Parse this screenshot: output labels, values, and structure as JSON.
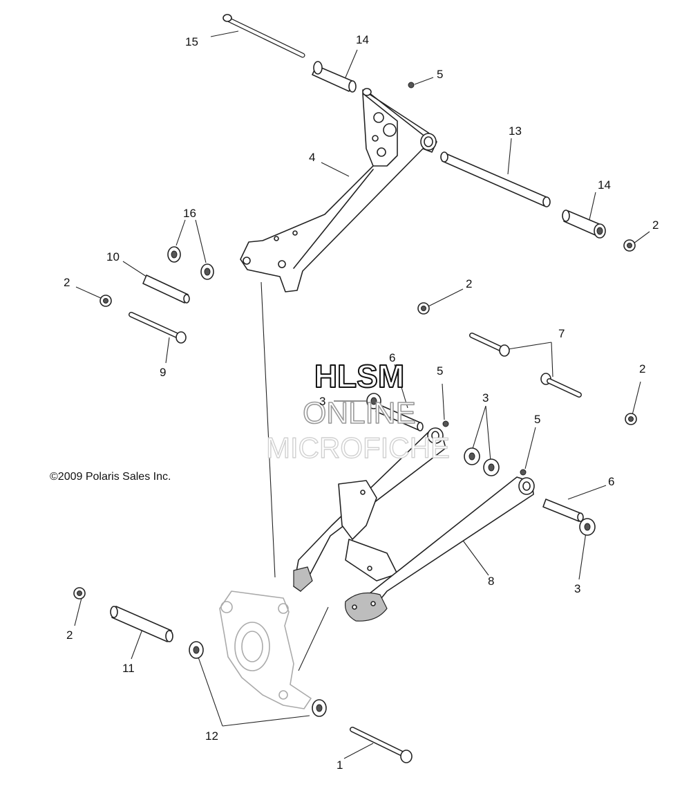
{
  "copyright": "©2009 Polaris Sales Inc.",
  "watermark": {
    "line1": "HLSM",
    "line2": "ONLINE",
    "line3": "MICROFICHE"
  },
  "callouts": [
    {
      "id": "c15",
      "label": "15"
    },
    {
      "id": "c14a",
      "label": "14"
    },
    {
      "id": "c5a",
      "label": "5"
    },
    {
      "id": "c13",
      "label": "13"
    },
    {
      "id": "c4",
      "label": "4"
    },
    {
      "id": "c14b",
      "label": "14"
    },
    {
      "id": "c2a",
      "label": "2"
    },
    {
      "id": "c16",
      "label": "16"
    },
    {
      "id": "c10",
      "label": "10"
    },
    {
      "id": "c2b",
      "label": "2"
    },
    {
      "id": "c2c",
      "label": "2"
    },
    {
      "id": "c7",
      "label": "7"
    },
    {
      "id": "c9",
      "label": "9"
    },
    {
      "id": "c6a",
      "label": "6"
    },
    {
      "id": "c5b",
      "label": "5"
    },
    {
      "id": "c2d",
      "label": "2"
    },
    {
      "id": "c3a",
      "label": "3"
    },
    {
      "id": "c3b",
      "label": "3"
    },
    {
      "id": "c5c",
      "label": "5"
    },
    {
      "id": "c6b",
      "label": "6"
    },
    {
      "id": "c8",
      "label": "8"
    },
    {
      "id": "c3c",
      "label": "3"
    },
    {
      "id": "c2e",
      "label": "2"
    },
    {
      "id": "c11",
      "label": "11"
    },
    {
      "id": "c12",
      "label": "12"
    },
    {
      "id": "c1",
      "label": "1"
    }
  ]
}
